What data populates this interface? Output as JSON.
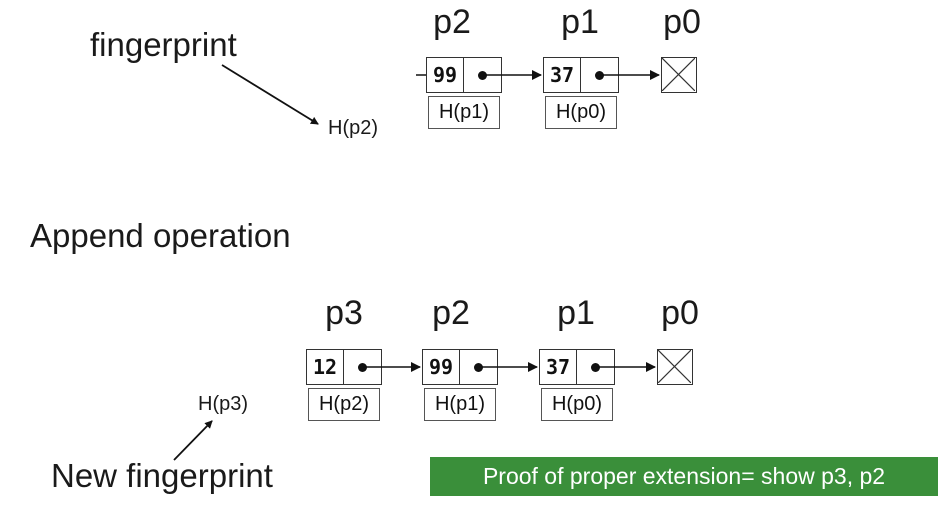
{
  "top": {
    "fingerprint_label": "fingerprint",
    "hash_label": "H(p2)",
    "pointer_labels": [
      "p2",
      "p1",
      "p0"
    ],
    "nodes": [
      {
        "value": "99",
        "hash": "H(p1)"
      },
      {
        "value": "37",
        "hash": "H(p0)"
      }
    ]
  },
  "section_title": "Append operation",
  "bottom": {
    "fingerprint_label": "New fingerprint",
    "hash_label": "H(p3)",
    "pointer_labels": [
      "p3",
      "p2",
      "p1",
      "p0"
    ],
    "nodes": [
      {
        "value": "12",
        "hash": "H(p2)"
      },
      {
        "value": "99",
        "hash": "H(p1)"
      },
      {
        "value": "37",
        "hash": "H(p0)"
      }
    ]
  },
  "proof_banner": {
    "text": "Proof of proper extension= show p3, p2",
    "color": "#3a8f3a"
  },
  "icons": {
    "null_pointer": "crossed-box-icon",
    "pointer_dot": "dot-icon",
    "arrow": "arrow-right-icon"
  }
}
